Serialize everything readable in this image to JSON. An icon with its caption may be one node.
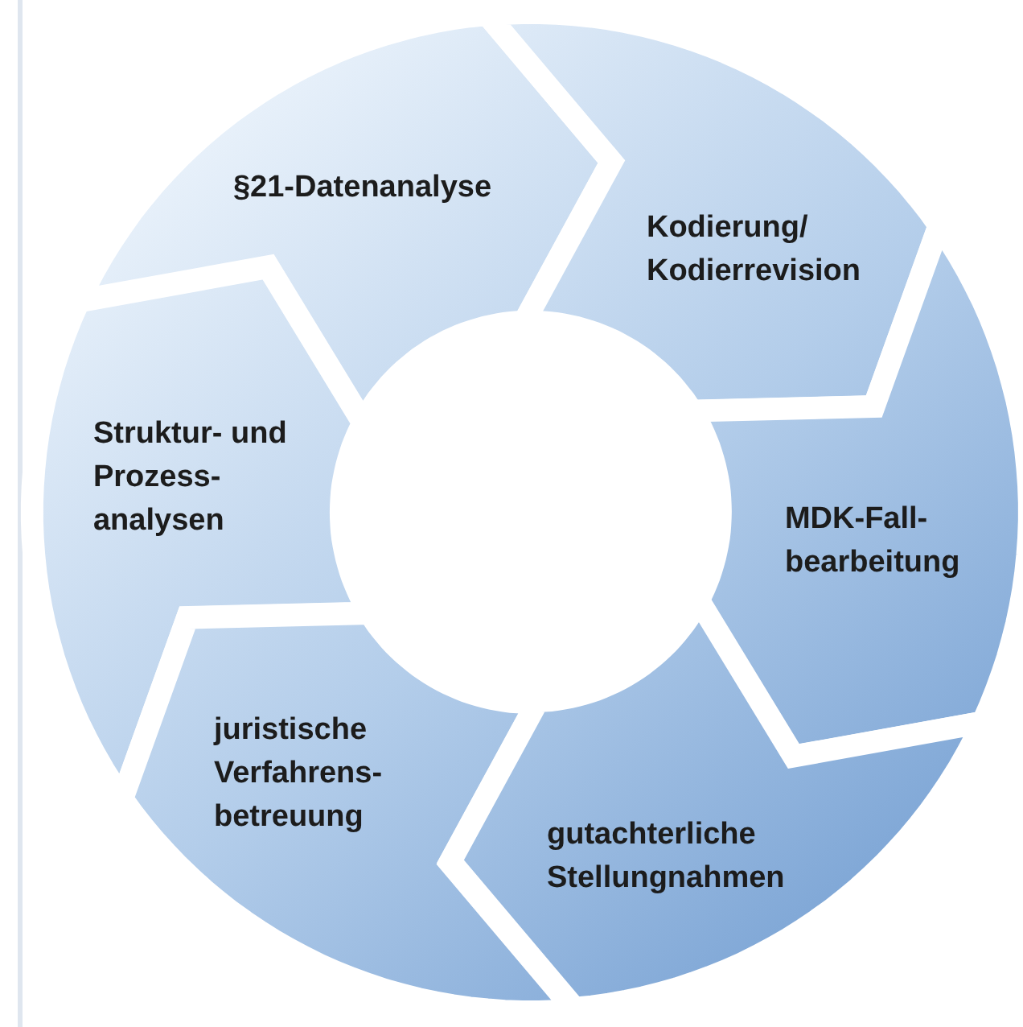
{
  "diagram": {
    "nodes": [
      {
        "text": [
          "§21-Datenanalyse"
        ]
      },
      {
        "text": [
          "Kodierung/ Kodierrevision"
        ]
      },
      {
        "text": [
          "Struktur- und Prozess- analysen"
        ]
      },
      {
        "text": [
          "MDK-Fall- bearbeitung"
        ]
      },
      {
        "text": [
          "juristische Verfahrens- betreuung"
        ]
      },
      {
        "text": [
          "gutachterliche Stellungnahmen"
        ]
      }
    ],
    "edges": []
  }
}
